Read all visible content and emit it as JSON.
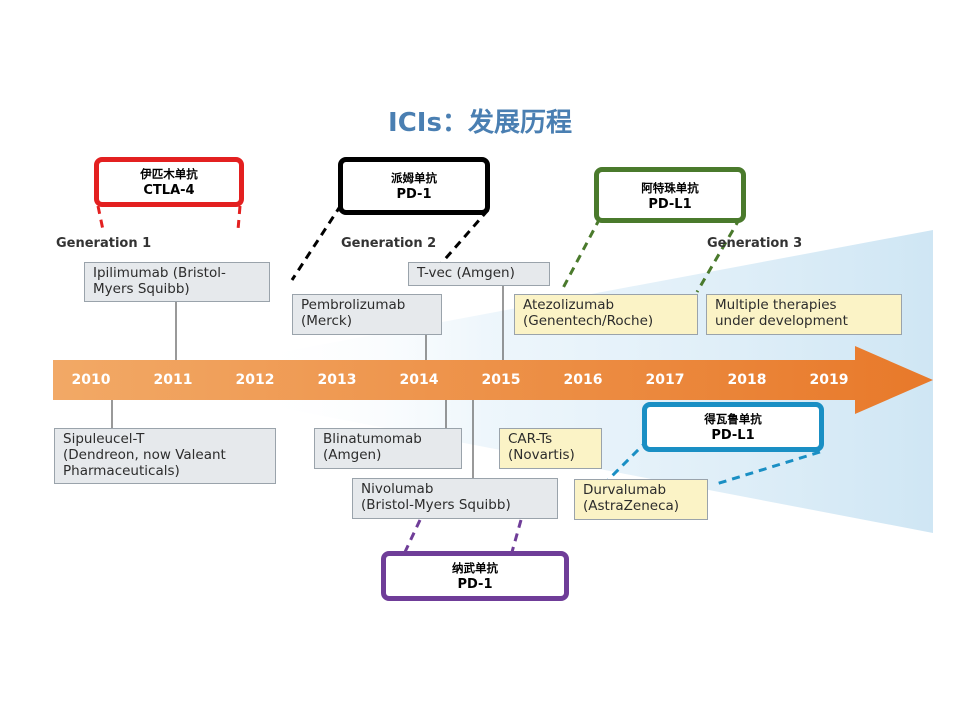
{
  "title": "ICIs：发展历程",
  "generations": [
    "Generation 1",
    "Generation 2",
    "Generation 3"
  ],
  "years": [
    "2010",
    "2011",
    "2012",
    "2013",
    "2014",
    "2015",
    "2016",
    "2017",
    "2018",
    "2019"
  ],
  "drugs_above": [
    {
      "text": "Ipilimumab (Bristol-\nMyers Squibb)",
      "style": "gray"
    },
    {
      "text": "Pembrolizumab\n(Merck)",
      "style": "gray"
    },
    {
      "text": "T-vec (Amgen)",
      "style": "gray"
    },
    {
      "text": "Atezolizumab\n(Genentech/Roche)",
      "style": "cream"
    },
    {
      "text": "Multiple therapies\nunder development",
      "style": "cream"
    }
  ],
  "drugs_below": [
    {
      "text": "Sipuleucel-T\n(Dendreon, now Valeant\nPharmaceuticals)",
      "style": "gray"
    },
    {
      "text": "Blinatumomab\n(Amgen)",
      "style": "gray"
    },
    {
      "text": "CAR-Ts\n(Novartis)",
      "style": "cream"
    },
    {
      "text": "Nivolumab\n(Bristol-Myers Squibb)",
      "style": "gray"
    },
    {
      "text": "Durvalumab\n(AstraZeneca)",
      "style": "cream"
    }
  ],
  "callouts": [
    {
      "cn": "伊匹木单抗",
      "en": "CTLA-4",
      "color": "#e32020"
    },
    {
      "cn": "派姆单抗",
      "en": "PD-1",
      "color": "#000000"
    },
    {
      "cn": "阿特珠单抗",
      "en": "PD-L1",
      "color": "#4a7a2c"
    },
    {
      "cn": "得瓦鲁单抗",
      "en": "PD-L1",
      "color": "#1a8fc4"
    },
    {
      "cn": "纳武单抗",
      "en": "PD-1",
      "color": "#6f3d98"
    }
  ],
  "colors": {
    "title": "#4a7fb2",
    "arrow_start": "#f2a966",
    "arrow_end": "#e8792a",
    "wedge": "#d6eaf6"
  }
}
